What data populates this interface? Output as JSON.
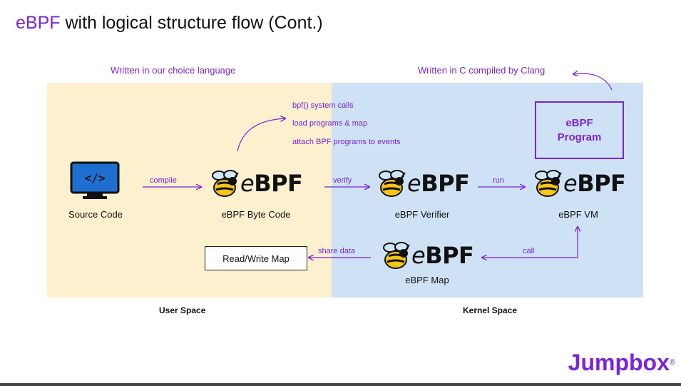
{
  "title": {
    "accent": "eBPF",
    "rest": " with logical structure flow (Cont.)"
  },
  "headers": {
    "user_lang": "Written in our choice language",
    "kernel_lang": "Written in C compiled by Clang"
  },
  "syscalls": [
    "bpf() system calls",
    "load programs & map",
    "attach BPF programs to events"
  ],
  "program_box": {
    "line1": "eBPF",
    "line2": "Program"
  },
  "logo_text": {
    "e": "e",
    "bpf": "BPF"
  },
  "nodes": {
    "source": "Source Code",
    "bytecode": "eBPF Byte Code",
    "verifier": "eBPF Verifier",
    "vm": "eBPF VM",
    "map": "eBPF Map",
    "rw_map": "Read/Write Map"
  },
  "edges": {
    "compile": "complie",
    "verify": "verify",
    "run": "run",
    "share": "share data",
    "call": "call"
  },
  "spaces": {
    "user": "User Space",
    "kernel": "Kernel Space"
  },
  "brand": {
    "name": "Jumpbox",
    "mark": "®"
  },
  "colors": {
    "accent": "#7b24d6",
    "user_bg": "#fdf0cf",
    "kernel_bg": "#cfe2f5",
    "monitor": "#1f6fd1"
  }
}
